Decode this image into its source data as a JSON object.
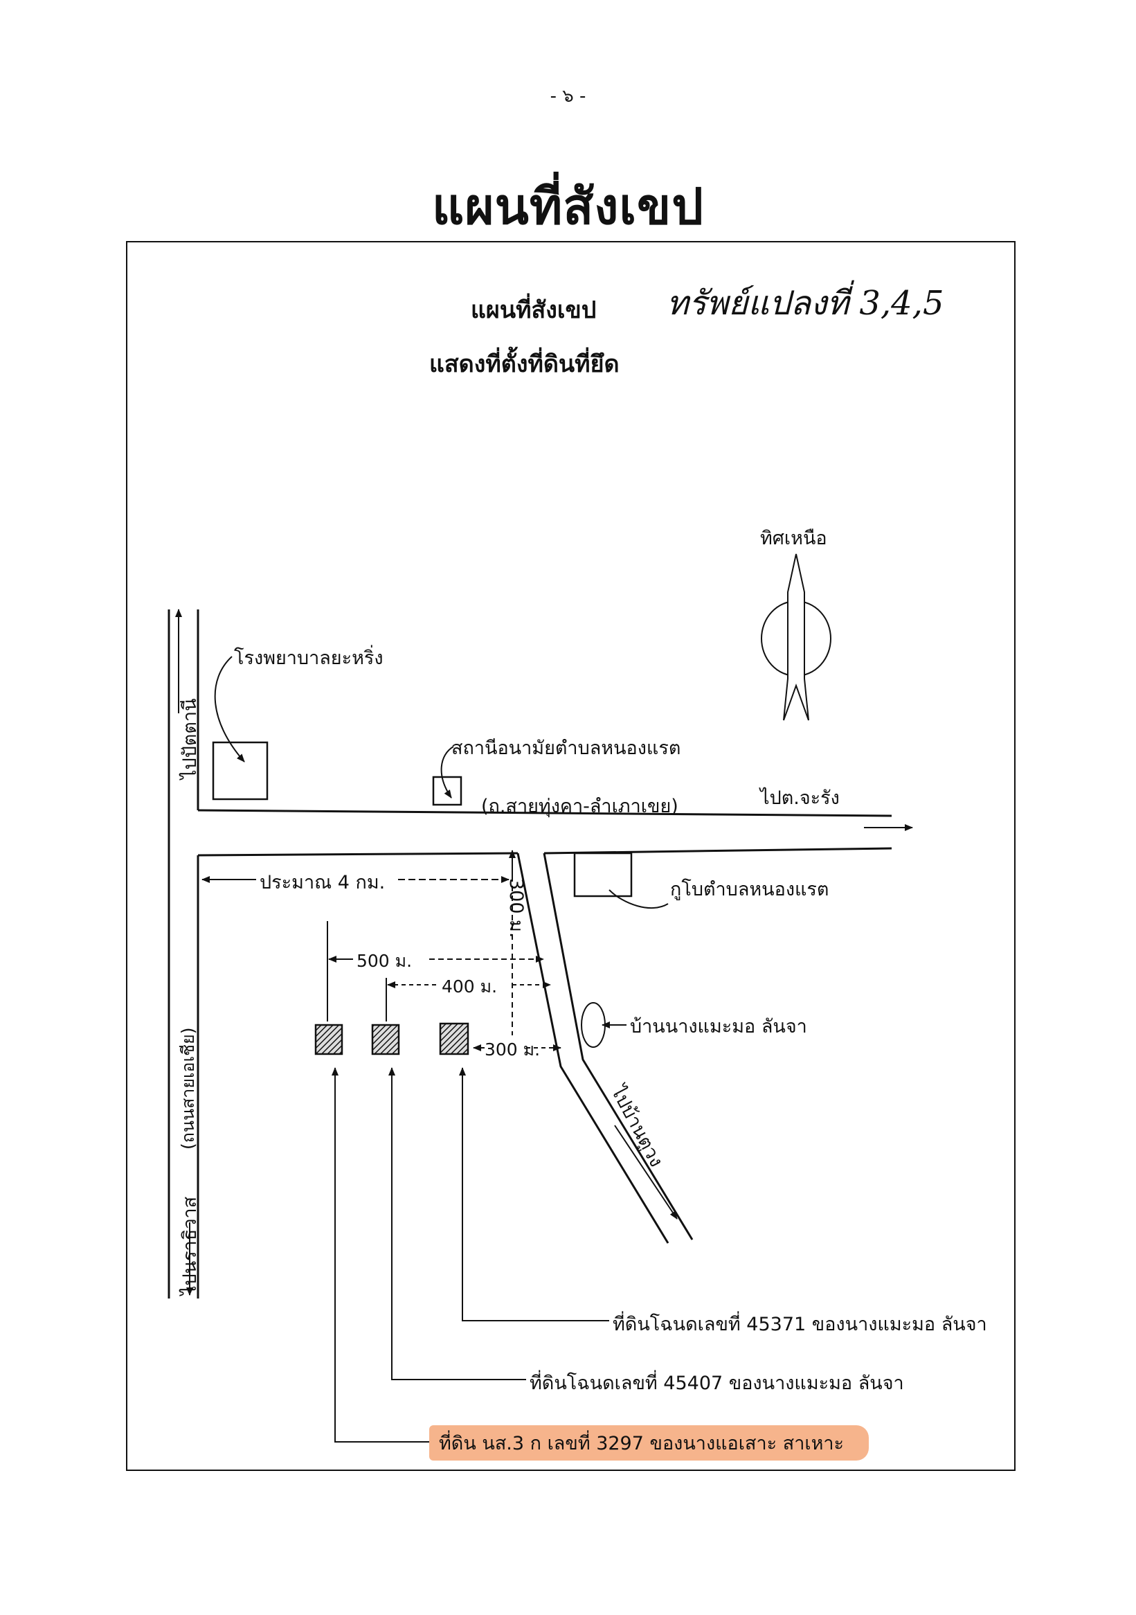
{
  "page_number": "- ๖ -",
  "title": "แผนที่สังเขป",
  "map_title": "แผนที่สังเขป",
  "handwritten_note": "ทรัพย์แปลงที่ 3,4,5",
  "map_subtitle": "แสดงที่ตั้งที่ดินที่ยึด",
  "north_label": "ทิศเหนือ",
  "landmarks": {
    "hospital": "โรงพยาบาลยะหริ่ง",
    "health_station": "สถานีอนามัยตำบลหนองแรต",
    "mosque": "กูโบตำบลหนองแรต",
    "house": "บ้านนางแมะมอ ลันจา"
  },
  "roads": {
    "main_road": "(ถ.สายทุ่งคา-ลำเภาเขย)",
    "to_jarung": "ไปต.จะรัง",
    "to_pattani": "ไปปัตตานี",
    "to_narathiwat": "ไปนราธิวาส",
    "vertical_road": "(ถนนสายเอเชีย)",
    "to_ban_uang": "ไปบ้านตูวง"
  },
  "distances": {
    "approx_4km": "ประมาณ 4 กม.",
    "d500": "500 ม.",
    "d400": "400 ม.",
    "d300_vertical": "300 ม.",
    "d300_horizontal": "300 ม."
  },
  "parcels": [
    {
      "label": "ที่ดินโฉนดเลขที่ 45371 ของนางแมะมอ ลันจา",
      "highlighted": false
    },
    {
      "label": "ที่ดินโฉนดเลขที่ 45407 ของนางแมะมอ ลันจา",
      "highlighted": false
    },
    {
      "label": "ที่ดิน นส.3 ก เลขที่ 3297 ของนางแอเสาะ สาเหาะ",
      "highlighted": true
    }
  ],
  "colors": {
    "ink": "#111111",
    "highlight": "#f6b48c"
  }
}
